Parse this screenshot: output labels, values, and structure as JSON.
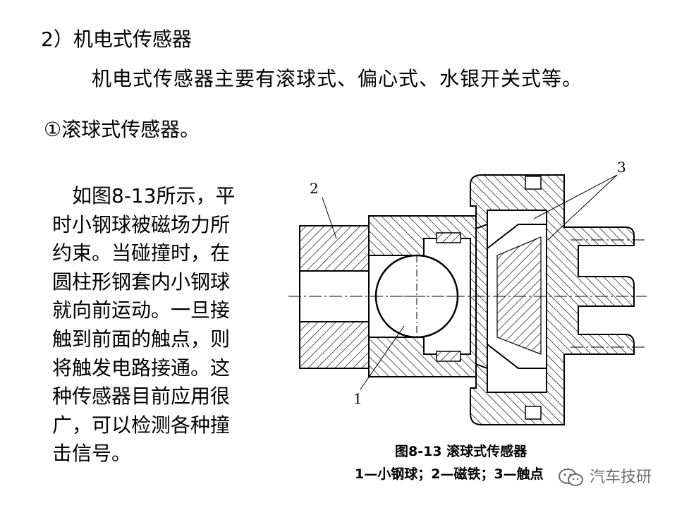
{
  "section": {
    "heading": "2）机电式传感器",
    "intro": "机电式传感器主要有滚球式、偏心式、水银开关式等。"
  },
  "subsection": {
    "heading": "①滚球式传感器。",
    "paragraph_lines": [
      "　如图8-13所示，平",
      "时小钢球被磁场力所",
      "约束。当碰撞时，在",
      "圆柱形钢套内小钢球",
      "就向前运动。一旦接",
      "触到前面的触点，则",
      "将触发电路接通。这",
      "种传感器目前应用很",
      "广，可以检测各种撞",
      "击信号。"
    ]
  },
  "figure": {
    "callouts": [
      "1",
      "2",
      "3"
    ],
    "caption": "图8-13  滚球式传感器",
    "legend": "1—小钢球；2—磁铁；3—触点"
  },
  "watermark": {
    "text": "汽车技研",
    "icon": "wechat-icon"
  }
}
